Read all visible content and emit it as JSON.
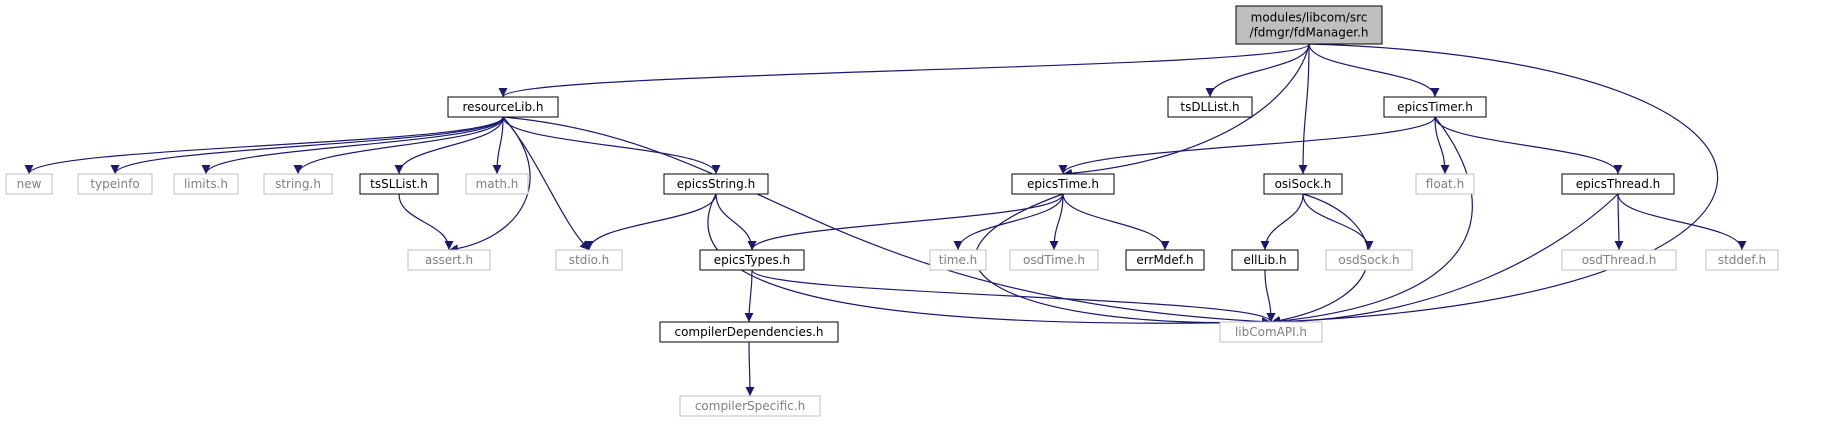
{
  "colors": {
    "edge": "#191970",
    "root_fill": "#bfbfbf",
    "root_stroke": "#000000",
    "documented_fill": "#ffffff",
    "documented_stroke": "#000000",
    "external_fill": "#ffffff",
    "external_stroke": "#bfbfbf",
    "external_text": "#808080",
    "text": "#000000"
  },
  "nodes": [
    {
      "id": "fdManager",
      "kind": "root",
      "lines": [
        "modules/libcom/src",
        "/fdmgr/fdManager.h"
      ]
    },
    {
      "id": "resourceLib",
      "kind": "documented",
      "lines": [
        "resourceLib.h"
      ]
    },
    {
      "id": "tsDLList",
      "kind": "documented",
      "lines": [
        "tsDLList.h"
      ]
    },
    {
      "id": "epicsTimer",
      "kind": "documented",
      "lines": [
        "epicsTimer.h"
      ]
    },
    {
      "id": "new",
      "kind": "external",
      "lines": [
        "new"
      ]
    },
    {
      "id": "typeinfo",
      "kind": "external",
      "lines": [
        "typeinfo"
      ]
    },
    {
      "id": "limits",
      "kind": "external",
      "lines": [
        "limits.h"
      ]
    },
    {
      "id": "string",
      "kind": "external",
      "lines": [
        "string.h"
      ]
    },
    {
      "id": "tsSLList",
      "kind": "documented",
      "lines": [
        "tsSLList.h"
      ]
    },
    {
      "id": "math",
      "kind": "external",
      "lines": [
        "math.h"
      ]
    },
    {
      "id": "epicsString",
      "kind": "documented",
      "lines": [
        "epicsString.h"
      ]
    },
    {
      "id": "epicsTime",
      "kind": "documented",
      "lines": [
        "epicsTime.h"
      ]
    },
    {
      "id": "osiSock",
      "kind": "documented",
      "lines": [
        "osiSock.h"
      ]
    },
    {
      "id": "float",
      "kind": "external",
      "lines": [
        "float.h"
      ]
    },
    {
      "id": "epicsThread",
      "kind": "documented",
      "lines": [
        "epicsThread.h"
      ]
    },
    {
      "id": "assert",
      "kind": "external",
      "lines": [
        "assert.h"
      ]
    },
    {
      "id": "stdio",
      "kind": "external",
      "lines": [
        "stdio.h"
      ]
    },
    {
      "id": "epicsTypes",
      "kind": "documented",
      "lines": [
        "epicsTypes.h"
      ]
    },
    {
      "id": "time",
      "kind": "external",
      "lines": [
        "time.h"
      ]
    },
    {
      "id": "osdTime",
      "kind": "external",
      "lines": [
        "osdTime.h"
      ]
    },
    {
      "id": "errMdef",
      "kind": "documented",
      "lines": [
        "errMdef.h"
      ]
    },
    {
      "id": "ellLib",
      "kind": "documented",
      "lines": [
        "ellLib.h"
      ]
    },
    {
      "id": "osdSock",
      "kind": "external",
      "lines": [
        "osdSock.h"
      ]
    },
    {
      "id": "osdThread",
      "kind": "external",
      "lines": [
        "osdThread.h"
      ]
    },
    {
      "id": "stddef",
      "kind": "external",
      "lines": [
        "stddef.h"
      ]
    },
    {
      "id": "libComAPI",
      "kind": "external",
      "lines": [
        "libComAPI.h"
      ]
    },
    {
      "id": "compilerDependencies",
      "kind": "documented",
      "lines": [
        "compilerDependencies.h"
      ]
    },
    {
      "id": "compilerSpecific",
      "kind": "external",
      "lines": [
        "compilerSpecific.h"
      ]
    }
  ],
  "edges": [
    {
      "from": "fdManager",
      "to": "resourceLib"
    },
    {
      "from": "fdManager",
      "to": "tsDLList"
    },
    {
      "from": "fdManager",
      "to": "epicsTimer"
    },
    {
      "from": "fdManager",
      "to": "epicsTime"
    },
    {
      "from": "fdManager",
      "to": "osiSock"
    },
    {
      "from": "fdManager",
      "to": "libComAPI"
    },
    {
      "from": "resourceLib",
      "to": "new"
    },
    {
      "from": "resourceLib",
      "to": "typeinfo"
    },
    {
      "from": "resourceLib",
      "to": "limits"
    },
    {
      "from": "resourceLib",
      "to": "string"
    },
    {
      "from": "resourceLib",
      "to": "tsSLList"
    },
    {
      "from": "resourceLib",
      "to": "math"
    },
    {
      "from": "resourceLib",
      "to": "epicsString"
    },
    {
      "from": "resourceLib",
      "to": "assert"
    },
    {
      "from": "resourceLib",
      "to": "stdio"
    },
    {
      "from": "resourceLib",
      "to": "libComAPI"
    },
    {
      "from": "tsSLList",
      "to": "assert"
    },
    {
      "from": "epicsString",
      "to": "stdio"
    },
    {
      "from": "epicsString",
      "to": "epicsTypes"
    },
    {
      "from": "epicsString",
      "to": "libComAPI"
    },
    {
      "from": "epicsTimer",
      "to": "epicsTime"
    },
    {
      "from": "epicsTimer",
      "to": "float"
    },
    {
      "from": "epicsTimer",
      "to": "epicsThread"
    },
    {
      "from": "epicsTimer",
      "to": "libComAPI"
    },
    {
      "from": "epicsTime",
      "to": "epicsTypes"
    },
    {
      "from": "epicsTime",
      "to": "time"
    },
    {
      "from": "epicsTime",
      "to": "osdTime"
    },
    {
      "from": "epicsTime",
      "to": "errMdef"
    },
    {
      "from": "epicsTime",
      "to": "libComAPI"
    },
    {
      "from": "epicsTypes",
      "to": "compilerDependencies"
    },
    {
      "from": "epicsTypes",
      "to": "libComAPI"
    },
    {
      "from": "compilerDependencies",
      "to": "compilerSpecific"
    },
    {
      "from": "osiSock",
      "to": "ellLib"
    },
    {
      "from": "osiSock",
      "to": "osdSock"
    },
    {
      "from": "osiSock",
      "to": "libComAPI"
    },
    {
      "from": "ellLib",
      "to": "libComAPI"
    },
    {
      "from": "epicsThread",
      "to": "osdThread"
    },
    {
      "from": "epicsThread",
      "to": "stddef"
    },
    {
      "from": "epicsThread",
      "to": "libComAPI"
    }
  ]
}
